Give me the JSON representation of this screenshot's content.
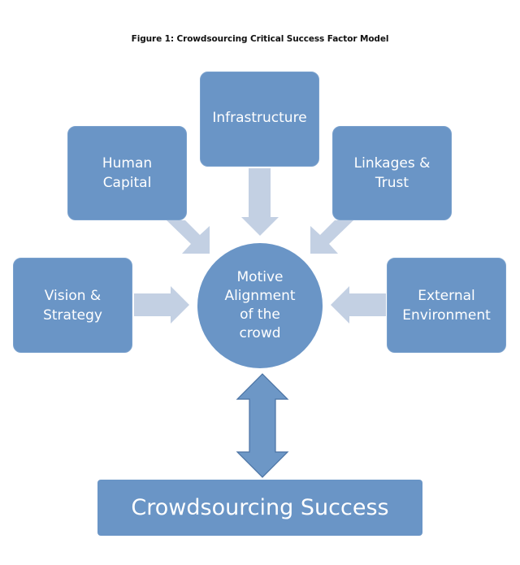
{
  "figure": {
    "title": "Figure 1: Crowdsourcing Critical Success Factor Model"
  },
  "colors": {
    "node_fill": "#6a95c6",
    "arrow_fill": "#c3d0e3",
    "double_arrow_fill": "#6d97c6",
    "double_arrow_stroke": "#4a72a3",
    "text": "#ffffff"
  },
  "nodes": {
    "infrastructure": {
      "label": "Infrastructure"
    },
    "human_capital": {
      "line1": "Human",
      "line2": "Capital"
    },
    "linkages_trust": {
      "line1": "Linkages &",
      "line2": "Trust"
    },
    "vision_strategy": {
      "line1": "Vision &",
      "line2": "Strategy"
    },
    "external_environment": {
      "line1": "External",
      "line2": "Environment"
    },
    "center": {
      "line1": "Motive",
      "line2": "Alignment",
      "line3": "of the",
      "line4": "crowd"
    },
    "outcome": {
      "label": "Crowdsourcing Success"
    }
  },
  "edges": [
    {
      "from": "Infrastructure",
      "to": "Motive Alignment of the crowd",
      "type": "one-way"
    },
    {
      "from": "Human Capital",
      "to": "Motive Alignment of the crowd",
      "type": "one-way"
    },
    {
      "from": "Linkages & Trust",
      "to": "Motive Alignment of the crowd",
      "type": "one-way"
    },
    {
      "from": "Vision & Strategy",
      "to": "Motive Alignment of the crowd",
      "type": "one-way"
    },
    {
      "from": "External Environment",
      "to": "Motive Alignment of the crowd",
      "type": "one-way"
    },
    {
      "from": "Motive Alignment of the crowd",
      "to": "Crowdsourcing Success",
      "type": "two-way"
    }
  ]
}
